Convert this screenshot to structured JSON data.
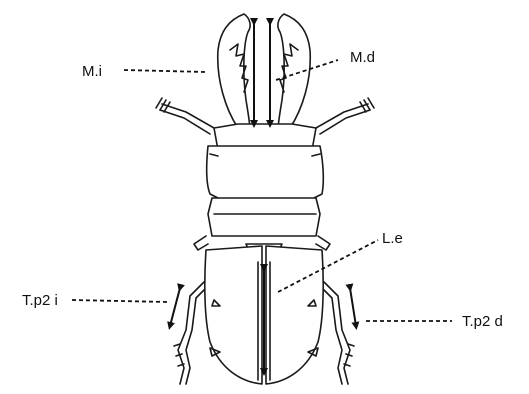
{
  "labels": {
    "mandible_left": "M.i",
    "mandible_right": "M.d",
    "elytra_length": "L.e",
    "tibia_left": "T.p2 i",
    "tibia_right": "T.p2 d"
  }
}
